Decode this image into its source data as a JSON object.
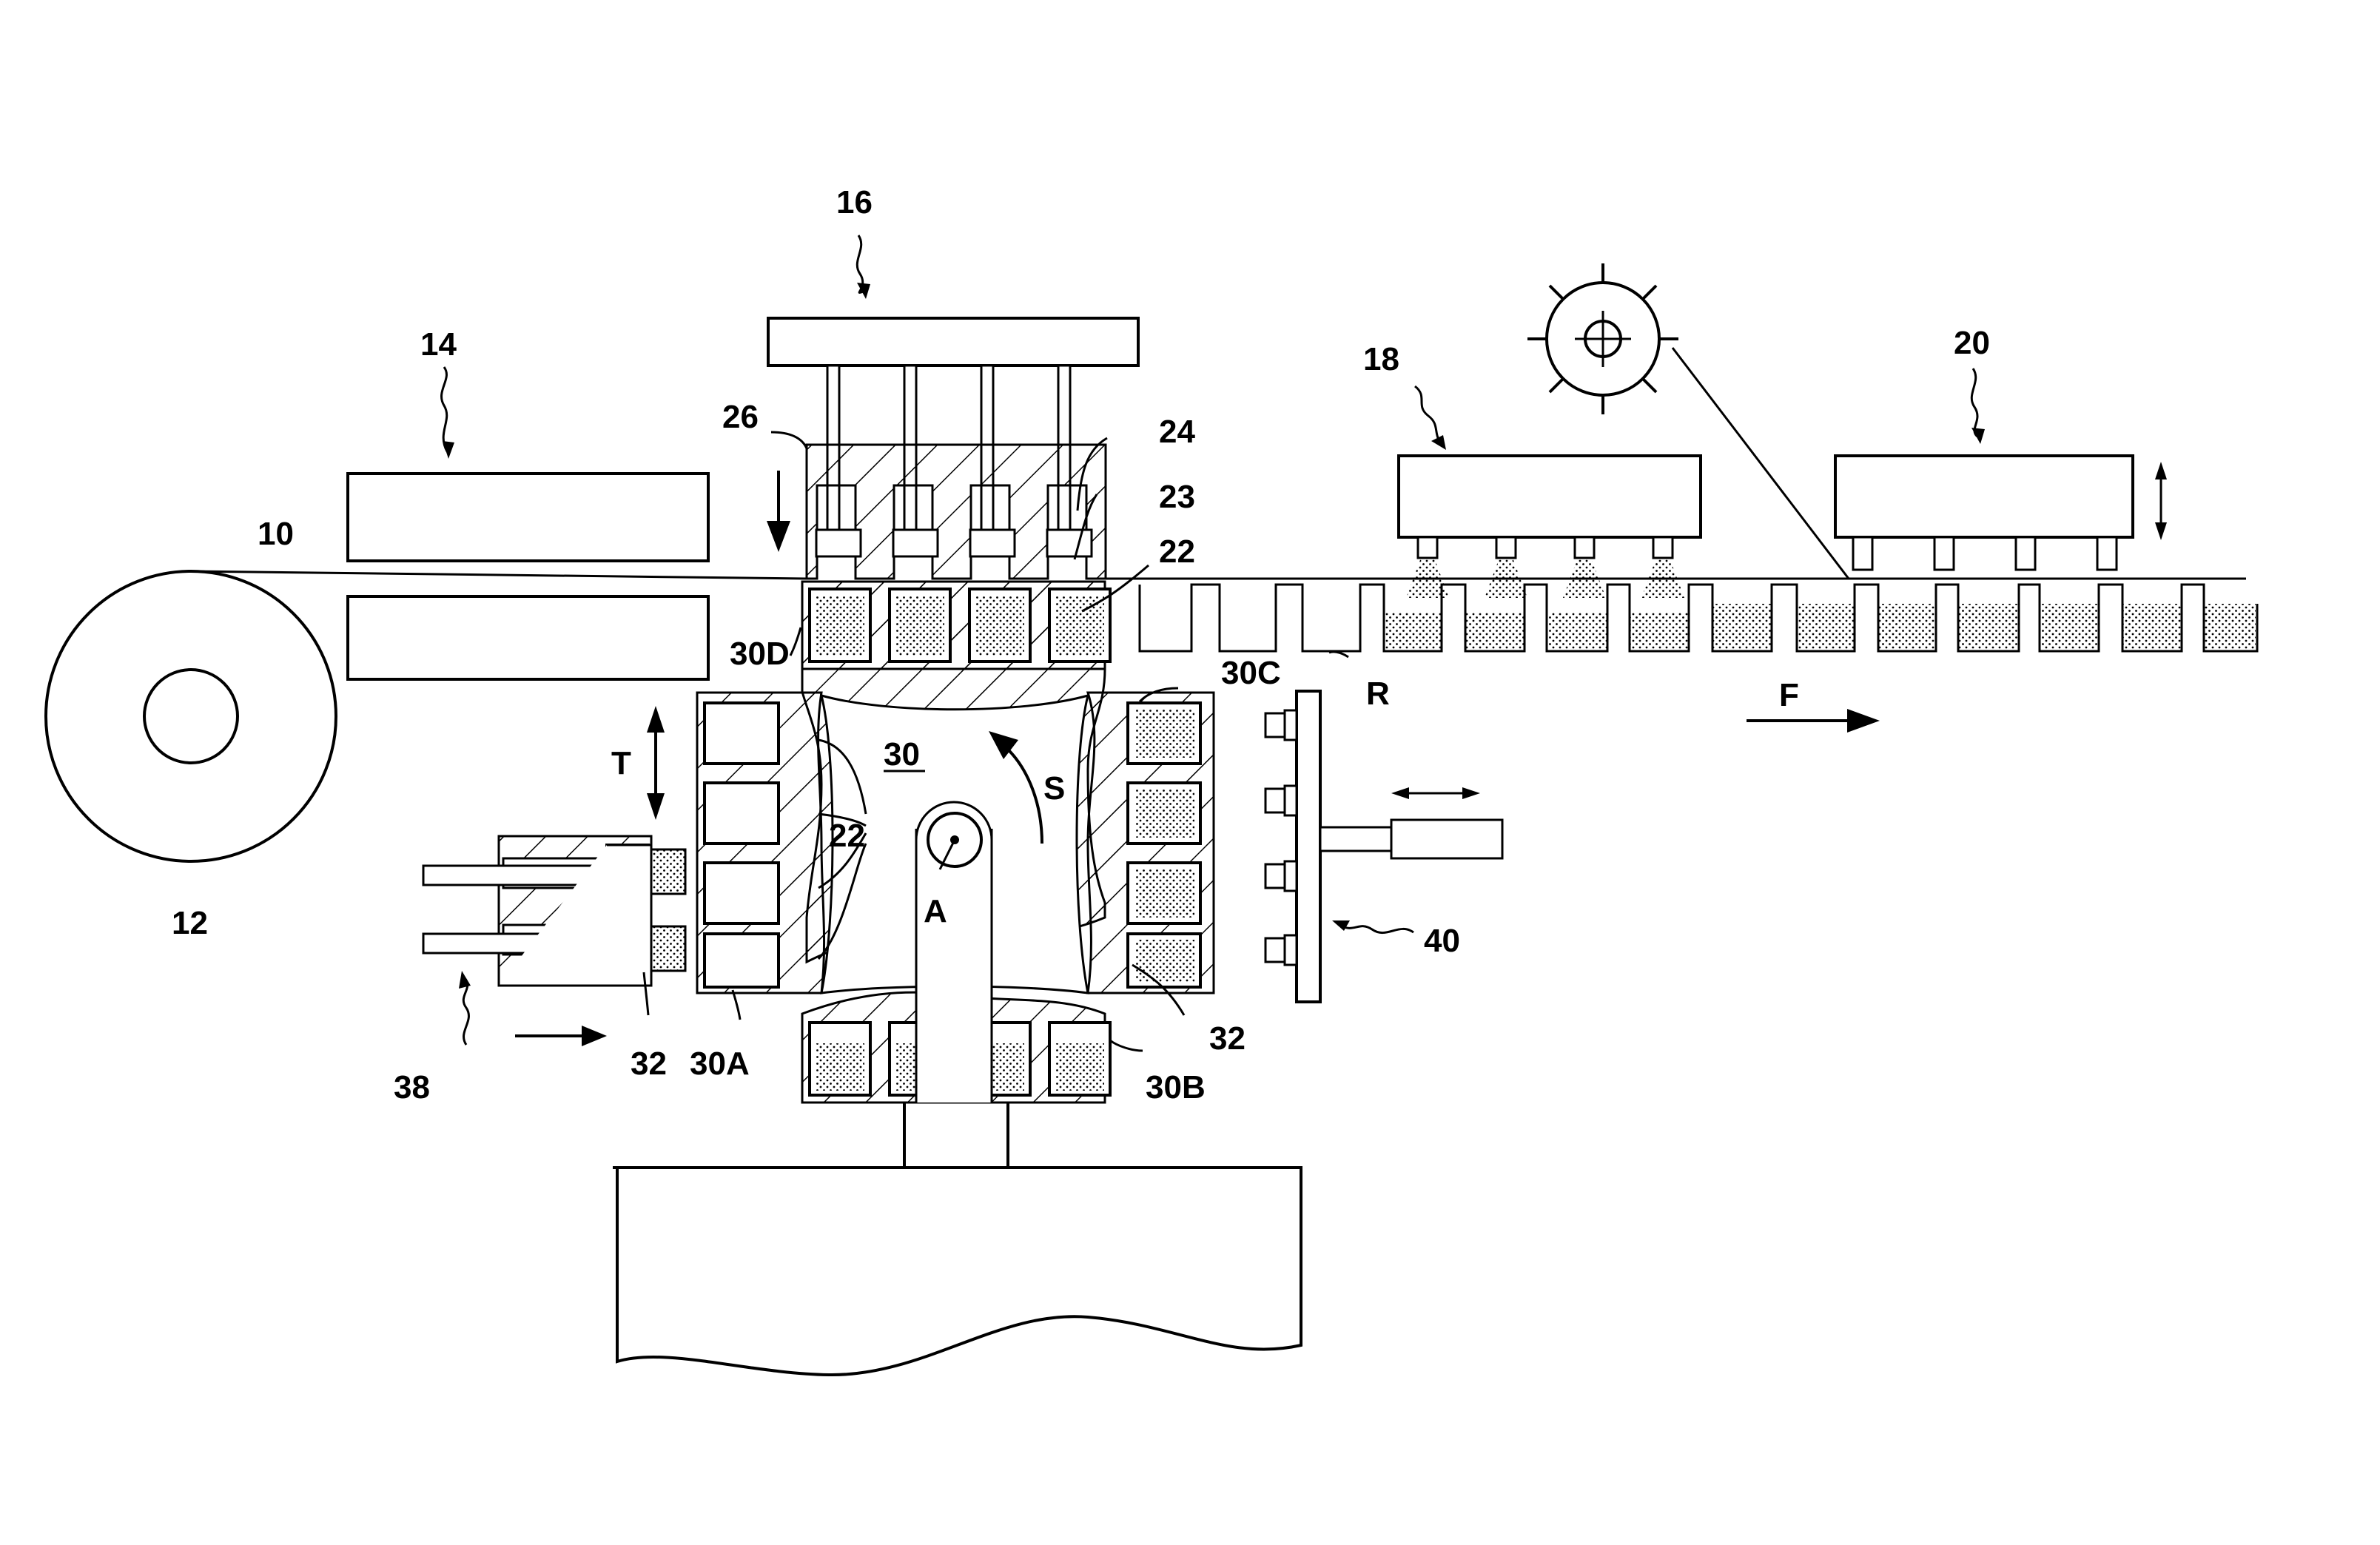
{
  "labels": {
    "web": "10",
    "roll": "12",
    "station_14": "14",
    "station_16": "16",
    "station_18": "18",
    "station_20": "20",
    "pockets_22a": "22",
    "pockets_22b": "22",
    "insert_23": "23",
    "plunger_24": "24",
    "die_26": "26",
    "turret": "30",
    "face_30a": "30A",
    "face_30b": "30B",
    "face_30c": "30C",
    "face_30d": "30D",
    "product_32a": "32",
    "product_32b": "32",
    "feeder_38": "38",
    "unit_40": "40",
    "axis_a": "A",
    "rotation_s": "S",
    "transport_f": "F",
    "travel_t": "T",
    "recess_r": "R"
  }
}
